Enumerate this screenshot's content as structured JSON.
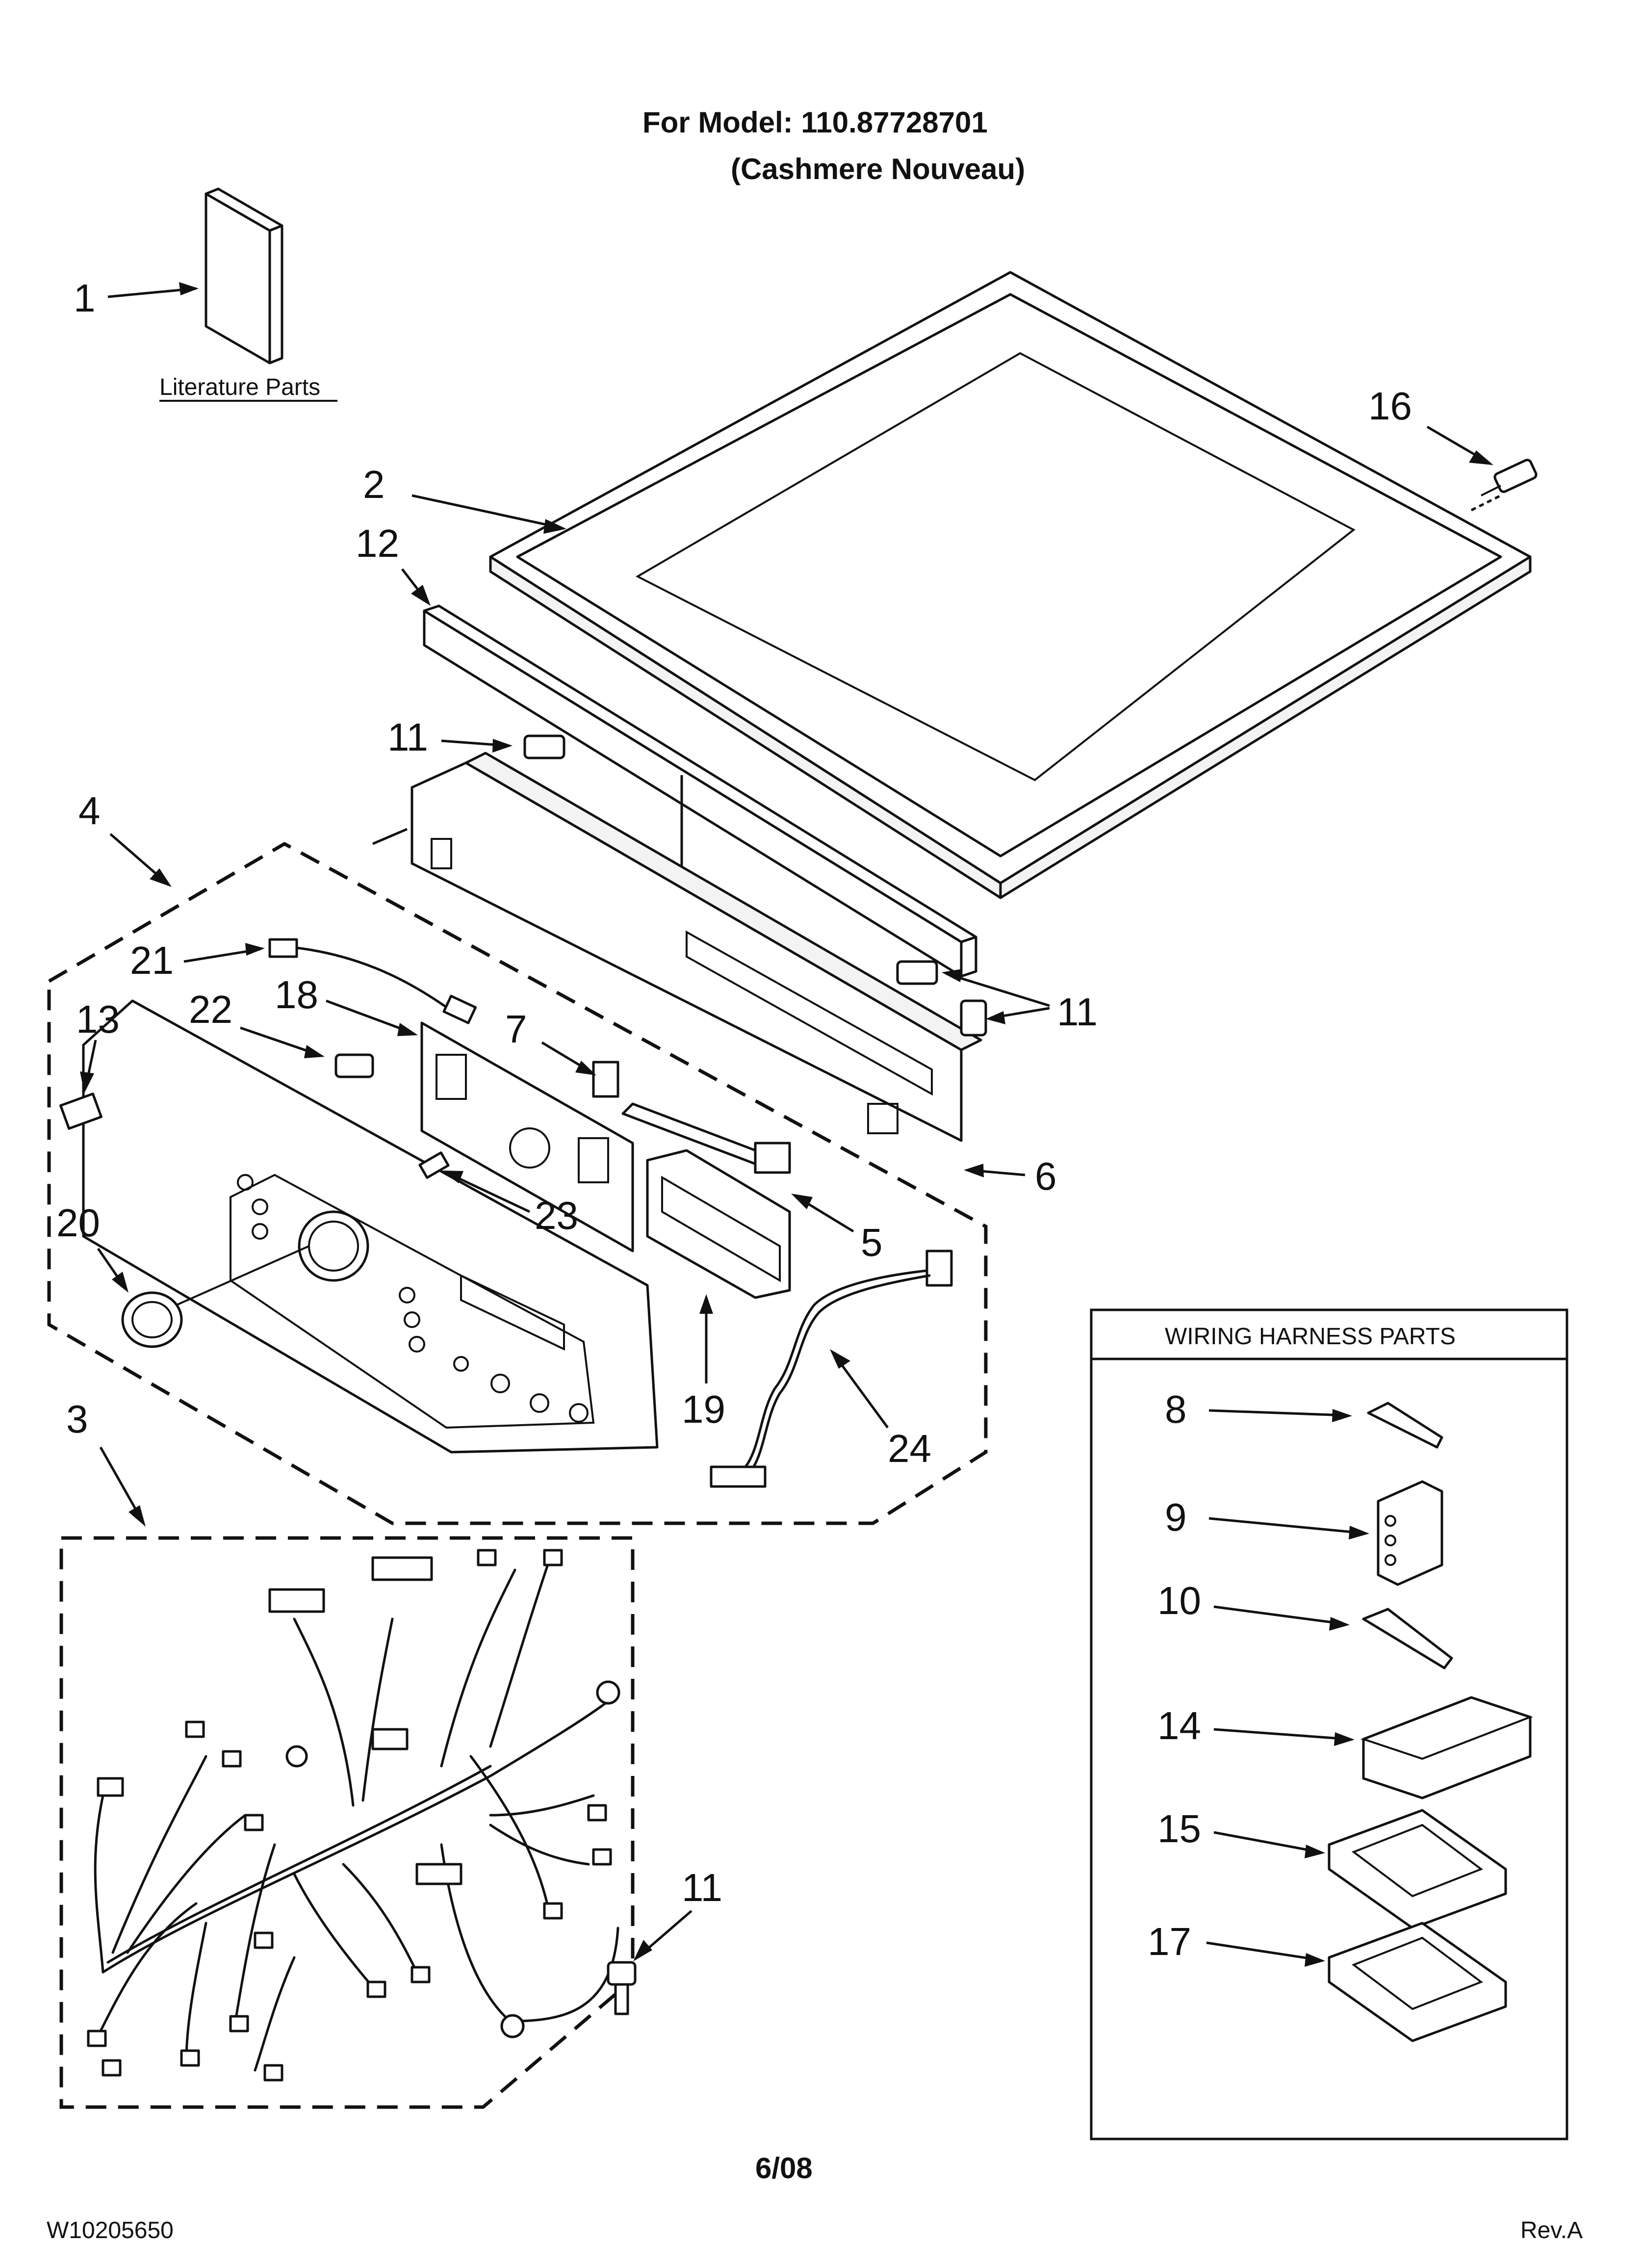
{
  "header": {
    "model_line": "For Model: 110.87728701",
    "model_name": "(Cashmere Nouveau)"
  },
  "literature": {
    "label": "Literature Parts"
  },
  "callouts": {
    "c1": "1",
    "c2": "2",
    "c3": "3",
    "c4": "4",
    "c5": "5",
    "c6": "6",
    "c7": "7",
    "c11a": "11",
    "c11b": "11",
    "c11c": "11",
    "c12": "12",
    "c13": "13",
    "c16": "16",
    "c18": "18",
    "c19": "19",
    "c20": "20",
    "c21": "21",
    "c22": "22",
    "c23": "23",
    "c24": "24"
  },
  "wiring_box": {
    "title": "WIRING HARNESS PARTS",
    "items": [
      "8",
      "9",
      "10",
      "14",
      "15",
      "17"
    ]
  },
  "footer": {
    "date": "6/08",
    "doc_number": "W10205650",
    "revision": "Rev.A"
  }
}
